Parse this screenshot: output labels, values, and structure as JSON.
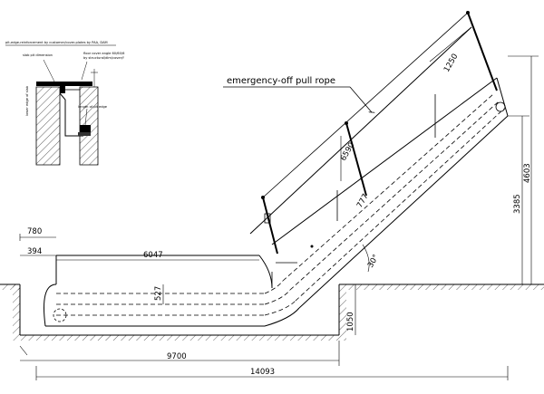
{
  "inset": {
    "caption": "pit-edge-reinforcement by customer/cover-plates by PAA, DAM",
    "labels": {
      "upper_left_a": "slab pit dimension",
      "upper_right_a": "floor cover angle 60/60/6",
      "upper_right_b": "by structural/dim/cover/f",
      "left_side": "lower edge of slab",
      "lower_right": "length of pit edge"
    }
  },
  "callout": {
    "label": "emergency-off pull rope"
  },
  "dimensions": {
    "d780": "780",
    "d394": "394",
    "d6047": "6047",
    "d527": "527",
    "d9700": "9700",
    "d14093": "14093",
    "d1050": "1050",
    "d3385": "3385",
    "d4603": "4603",
    "d1250": "1250",
    "d6590": "6590",
    "d777": "777",
    "angle": "30°"
  }
}
